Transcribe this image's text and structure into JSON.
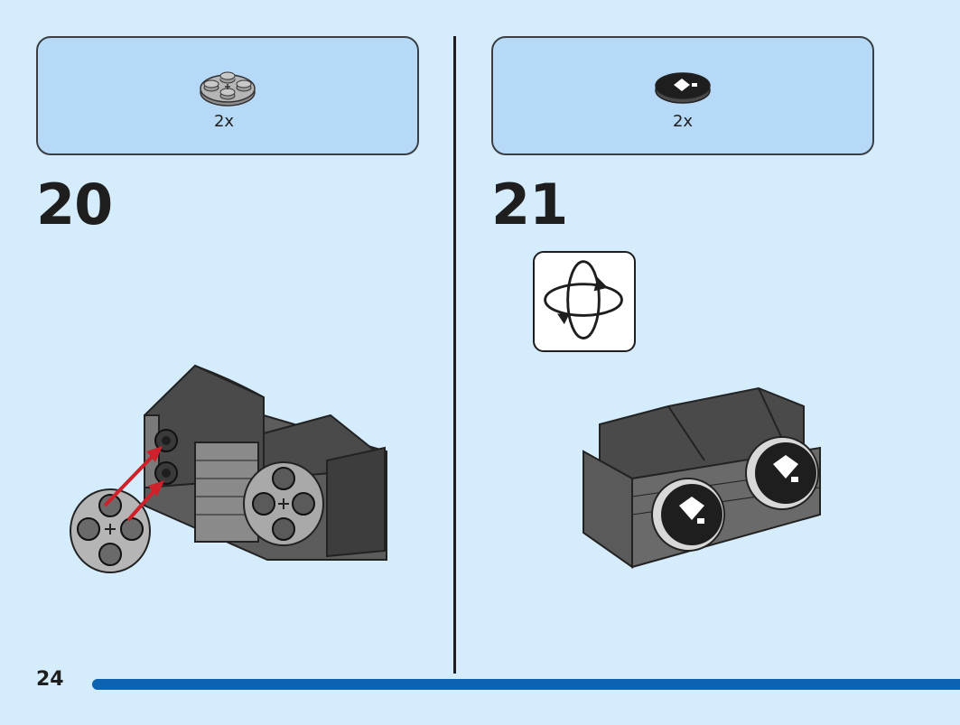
{
  "steps": [
    {
      "number": "20",
      "parts": [
        {
          "icon": "round-plate-4-studs-icon",
          "quantity": "2x"
        }
      ]
    },
    {
      "number": "21",
      "parts": [
        {
          "icon": "round-tile-eye-print-icon",
          "quantity": "2x"
        }
      ],
      "indicator": "rotate-model-icon"
    }
  ],
  "page": {
    "number": "24"
  },
  "colors": {
    "background": "#d4ecfb",
    "callout": "#b5d9f7",
    "bar": "#0d63b2",
    "arrow": "#d0202a",
    "dark_gray": "#5a5a5a",
    "light_gray": "#a0a0a0"
  }
}
